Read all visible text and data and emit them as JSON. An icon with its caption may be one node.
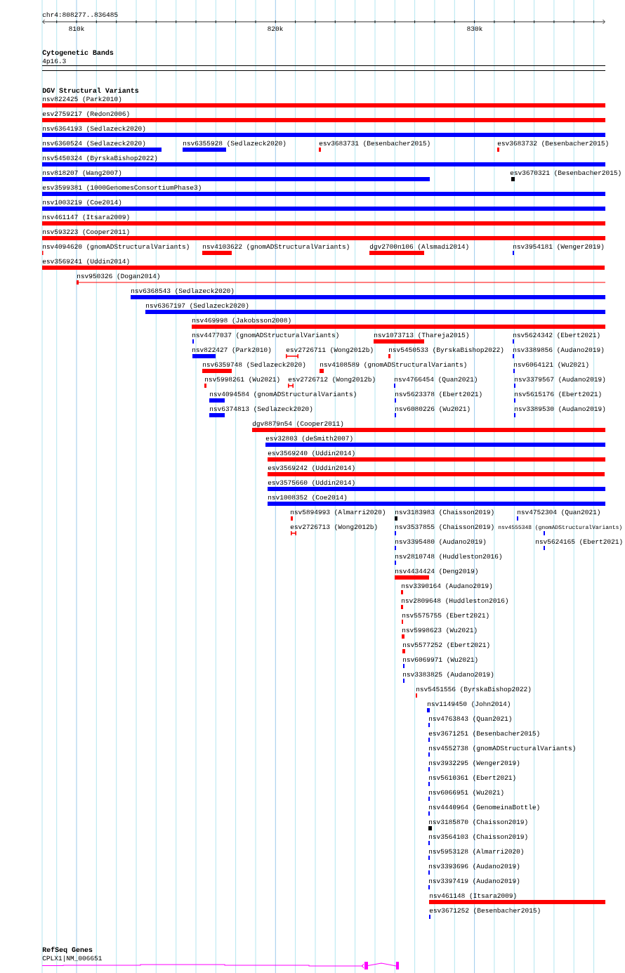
{
  "diagram": {
    "labels": [
      "chr4:808277..836485",
      "810k",
      "820k",
      "830k",
      "Cytogenetic Bands",
      "4p16.3",
      "DGV Structural Variants",
      "nsv822425 (Park2010)",
      "esv2759217 (Redon2006)",
      "nsv6364193 (Sedlazeck2020)",
      "nsv6360524 (Sedlazeck2020)",
      "nsv6355928 (Sedlazeck2020)",
      "esv3683731 (Besenbacher2015)",
      "esv3683732 (Besenbacher2015)",
      "nsv5450324 (ByrskaBishop2022)",
      "nsv818207 (Wang2007)",
      "esv3670321 (Besenbacher2015)",
      "esv3599381 (1000GenomesConsortiumPhase3)",
      "nsv1003219 (Coe2014)",
      "nsv461147 (Itsara2009)",
      "nsv593223 (Cooper2011)",
      "nsv4094620 (gnomADStructuralVariants)",
      "nsv4103622 (gnomADStructuralVariants)",
      "dgv2700n106 (Alsmadi2014)",
      "nsv3954181 (Wenger2019)",
      "esv3569241 (Uddin2014)",
      "nsv950326 (Dogan2014)",
      "nsv6368543 (Sedlazeck2020)",
      "nsv6367197 (Sedlazeck2020)",
      "nsv469998 (Jakobsson2008)",
      "nsv4477037 (gnomADStructuralVariants)",
      "nsv1073713 (Thareja2015)",
      "nsv5624342 (Ebert2021)",
      "nsv822427 (Park2010)",
      "esv2726711 (Wong2012b)",
      "nsv5450533 (ByrskaBishop2022)",
      "nsv3389856 (Audano2019)",
      "nsv6359748 (Sedlazeck2020)",
      "nsv4108589 (gnomADStructuralVariants)",
      "nsv6064121 (Wu2021)",
      "nsv5998261 (Wu2021)",
      "esv2726712 (Wong2012b)",
      "nsv4766454 (Quan2021)",
      "nsv3379567 (Audano2019)",
      "nsv4094584 (gnomADStructuralVariants)",
      "nsv5623378 (Ebert2021)",
      "nsv5615176 (Ebert2021)",
      "nsv6374813 (Sedlazeck2020)",
      "nsv6080226 (Wu2021)",
      "nsv3389530 (Audano2019)",
      "dgv8879n54 (Cooper2011)",
      "esv32803 (deSmith2007)",
      "esv3569240 (Uddin2014)",
      "esv3569242 (Uddin2014)",
      "esv3575660 (Uddin2014)",
      "nsv1008352 (Coe2014)",
      "nsv5894993 (Almarri2020)",
      "nsv3183983 (Chaisson2019)",
      "nsv4752304 (Quan2021)",
      "esv2726713 (Wong2012b)",
      "nsv3537855 (Chaisson2019)",
      "nsv4555348 (gnomADStructuralVariants)",
      "nsv3395480 (Audano2019)",
      "nsv5624165 (Ebert2021)",
      "nsv2810748 (Huddleston2016)",
      "nsv4434424 (Deng2019)",
      "nsv3390164 (Audano2019)",
      "nsv2809648 (Huddleston2016)",
      "nsv5575755 (Ebert2021)",
      "nsv5998623 (Wu2021)",
      "nsv5577252 (Ebert2021)",
      "nsv6069971 (Wu2021)",
      "nsv3383825 (Audano2019)",
      "nsv5451556 (ByrskaBishop2022)",
      "nsv1149450 (John2014)",
      "nsv4763843 (Quan2021)",
      "esv3671251 (Besenbacher2015)",
      "nsv4552738 (gnomADStructuralVariants)",
      "nsv3932295 (Wenger2019)",
      "nsv5610361 (Ebert2021)",
      "nsv6066951 (Wu2021)",
      "nsv4440964 (GenomeinaBottle)",
      "nsv3185870 (Chaisson2019)",
      "nsv3564103 (Chaisson2019)",
      "nsv5953128 (Almarri2020)",
      "nsv3393696 (Audano2019)",
      "nsv3397419 (Audano2019)",
      "nsv461148 (Itsara2009)",
      "esv3671252 (Besenbacher2015)",
      "RefSeq Genes",
      "CPLX1|NM_006651"
    ]
  }
}
